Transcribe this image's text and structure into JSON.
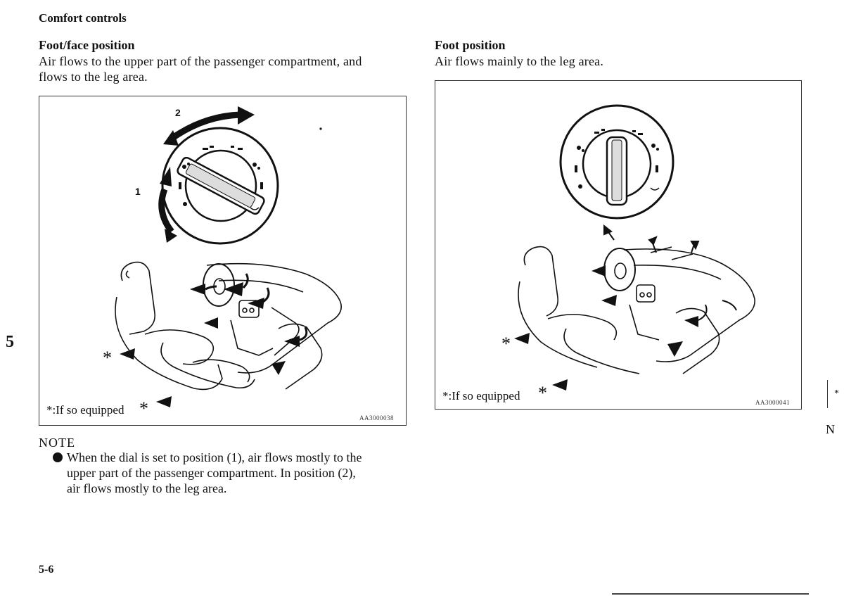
{
  "header": {
    "section_title": "Comfort controls"
  },
  "left": {
    "heading": "Foot/face position",
    "text_line1": "Air flows to the upper part of the passenger compartment, and",
    "text_line2": "flows to the leg area.",
    "figure": {
      "label_1": "1",
      "label_2": "2",
      "star_1": "*",
      "star_2": "*",
      "footnote": "*:If so equipped",
      "code": "AA3000038"
    },
    "note": {
      "label": "NOTE",
      "line1": "When the dial is set to position (1), air flows mostly to the",
      "line2": "upper part of the passenger compartment. In position (2),",
      "line3": "air flows mostly to the leg area."
    }
  },
  "right": {
    "heading": "Foot position",
    "text": "Air flows mainly to the leg area.",
    "figure": {
      "star_1": "*",
      "star_2": "*",
      "footnote": "*:If so equipped",
      "code": "AA3000041"
    }
  },
  "chapter_tab": "5",
  "page_number": "5-6",
  "edge_fragments": {
    "next_page_note": "N",
    "next_page_star": "*"
  }
}
